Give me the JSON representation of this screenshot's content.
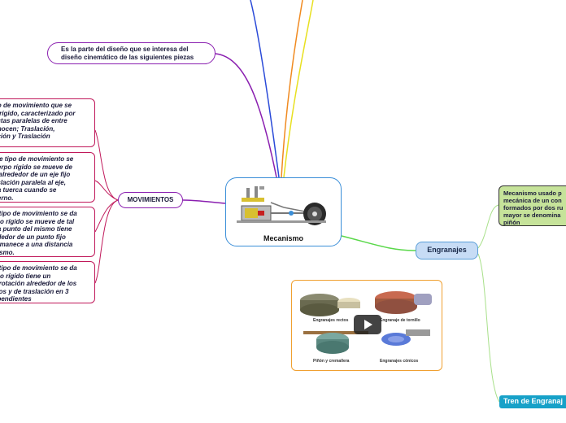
{
  "central": {
    "title": "Mecanismo"
  },
  "top_note": {
    "text_lines": [
      "Es la parte del diseño que se interesa del",
      "diseño cinemático de las siguientes piezas"
    ]
  },
  "movimientos": {
    "label": "MOVIMIENTOS"
  },
  "left_items": [
    {
      "lines": [
        "po de movimiento que se",
        "o rígido, caracterizado por",
        "ectas paralelas de entre",
        "onocen; Traslación,",
        "ación y Traslación"
      ]
    },
    {
      "lines": [
        "ste tipo de movimiento se",
        "uerpo rígido se mueve de",
        "a alrededor de un eje fijo",
        "aslación paralela al eje,",
        "na tuerca cuando se",
        "perno."
      ]
    },
    {
      "lines": [
        "e tipo de movimiento se da",
        "rpo rígido se mueve  de tal",
        "da punto del mismo  tiene",
        "ededor de un punto fijo",
        "ermanece a una distancia",
        "nismo."
      ]
    },
    {
      "lines": [
        "e tipo de movimiento se da",
        "rpo rígido tiene un",
        "e rotación alrededor de los",
        "elos y de traslación en 3",
        "ependientes"
      ]
    }
  ],
  "engranajes": {
    "label": "Engranajes"
  },
  "green_note": {
    "lines": [
      "Mecanismo usado p",
      "mecánica de un con",
      "formados por dos ru",
      "mayor se denomina",
      "piñón"
    ]
  },
  "tren": {
    "label": "Tren de Engranaj"
  },
  "media": {
    "captions": [
      "Engranajes rectos",
      "Engranaje de tornillo",
      "Piñón y cremallera",
      "Engranajes cónicos"
    ]
  },
  "colors": {
    "purple": "#8a1fb0",
    "magenta": "#c0185a",
    "green": "#5ad84a",
    "blue": "#3a8ed8",
    "orange": "#f0a030",
    "yellow": "#e8e020"
  }
}
